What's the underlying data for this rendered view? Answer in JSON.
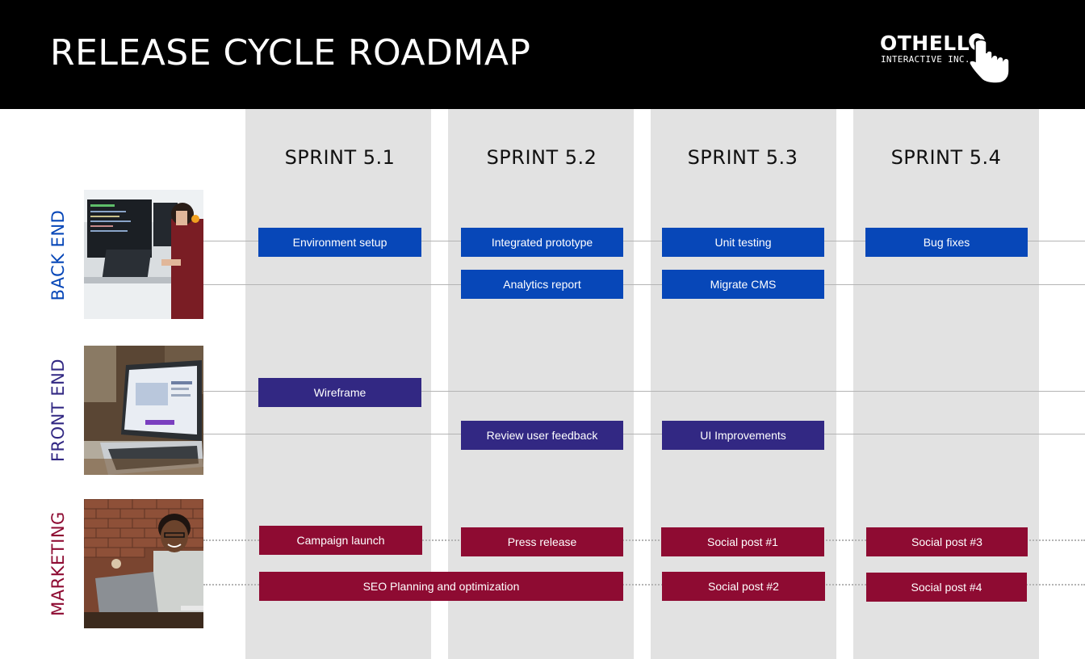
{
  "header": {
    "title": "RELEASE CYCLE ROADMAP",
    "logo": {
      "name": "OTHELLO",
      "subtitle": "INTERACTIVE INC.",
      "icon": "pointing-hand-icon"
    }
  },
  "sprints": [
    "SPRINT 5.1",
    "SPRINT 5.2",
    "SPRINT 5.3",
    "SPRINT 5.4"
  ],
  "colors": {
    "back_end": "#0747b8",
    "front_end": "#322883",
    "marketing": "#8e0b32",
    "column": "#e2e2e2",
    "header": "#000000"
  },
  "lanes": {
    "back_end": {
      "label": "BACK END",
      "photo": "developer-at-monitors-photo",
      "tasks": [
        "Environment setup",
        "Integrated prototype",
        "Unit testing",
        "Bug fixes",
        "Analytics report",
        "Migrate CMS"
      ]
    },
    "front_end": {
      "label": "FRONT END",
      "photo": "laptop-on-desk-photo",
      "tasks": [
        "Wireframe",
        "Review user feedback",
        "UI Improvements"
      ]
    },
    "marketing": {
      "label": "MARKETING",
      "photo": "man-smiling-at-laptop-photo",
      "tasks": [
        "Campaign launch",
        "Press release",
        "Social post #1",
        "Social post #3",
        "SEO Planning and optimization",
        "Social post #2",
        "Social post #4"
      ]
    }
  }
}
